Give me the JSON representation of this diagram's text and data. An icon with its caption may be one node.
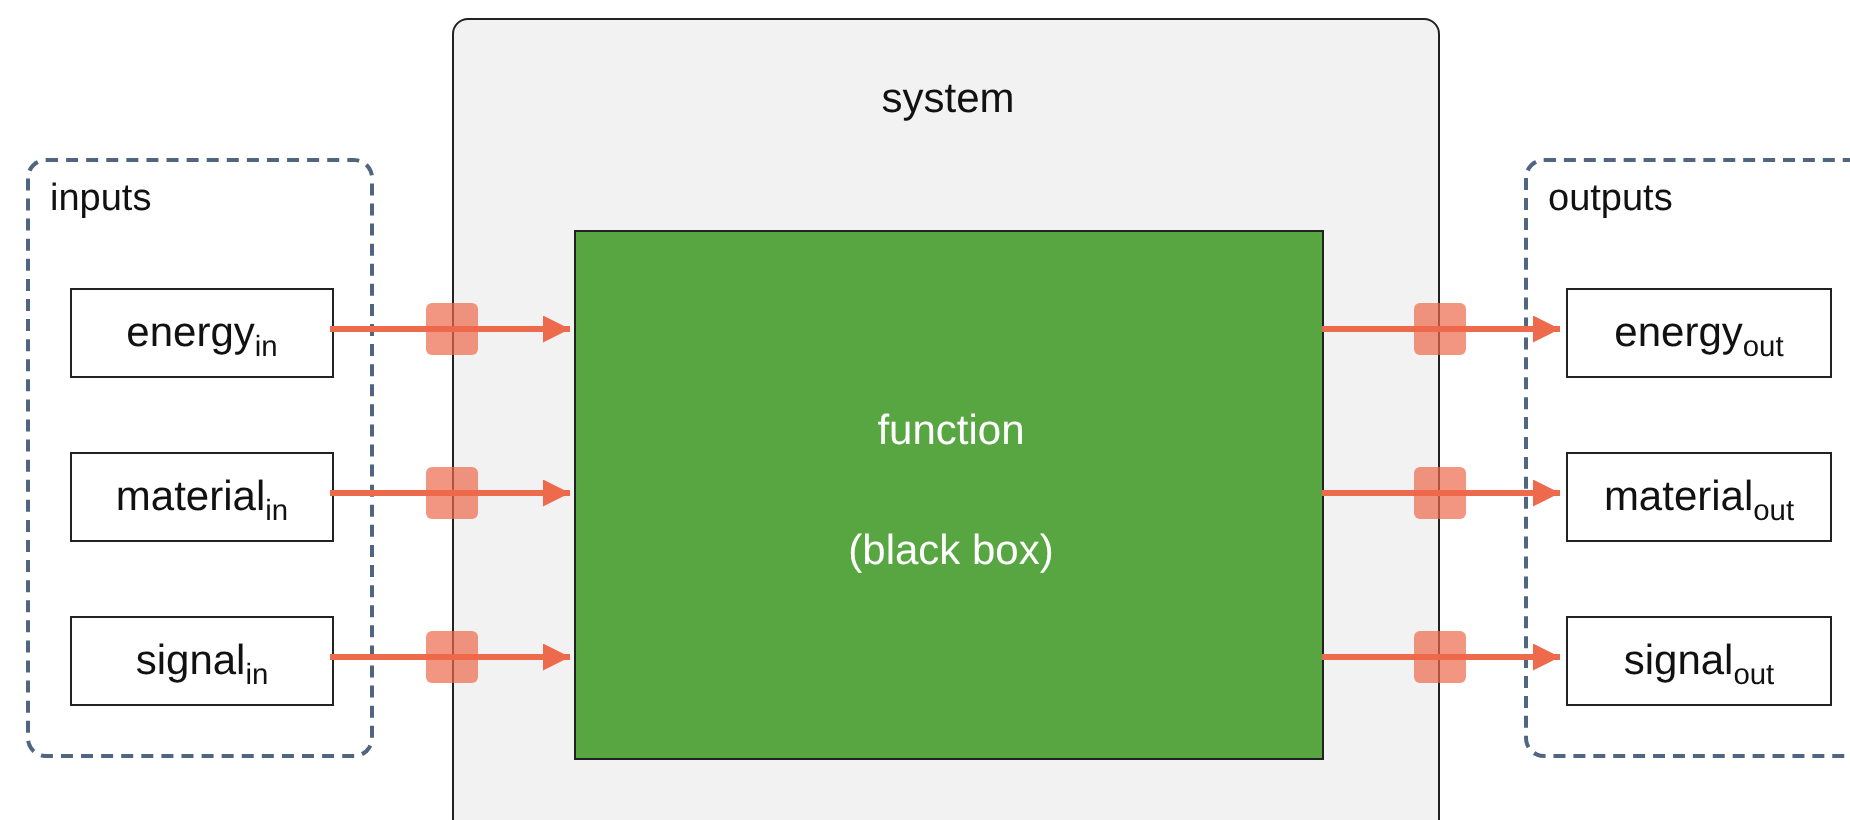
{
  "diagram": {
    "nodes": [
      {
        "text": [
          "inputs"
        ]
      },
      {
        "text": [
          "energy$_{in}$"
        ],
        "in": 0
      },
      {
        "text": [
          "material$_{in}$"
        ],
        "in": 0
      },
      {
        "text": [
          "signal$_{in}$"
        ],
        "in": 0
      },
      {
        "text": [
          "system"
        ]
      },
      {
        "text": [
          "function",
          "(black box)"
        ],
        "in": 4
      },
      {
        "text": [
          "outputs"
        ]
      },
      {
        "text": [
          "energy$_{out}$"
        ],
        "in": 6
      },
      {
        "text": [
          "material$_{out}$"
        ],
        "in": 6
      },
      {
        "text": [
          "signal$_{out}$"
        ],
        "in": 6
      }
    ],
    "edges": [
      {
        "from": 1,
        "to": 5,
        "arrow": "to"
      },
      {
        "from": 2,
        "to": 5,
        "arrow": "to"
      },
      {
        "from": 3,
        "to": 5,
        "arrow": "to"
      },
      {
        "from": 5,
        "to": 7,
        "arrow": "to"
      },
      {
        "from": 5,
        "to": 8,
        "arrow": "to"
      },
      {
        "from": 5,
        "to": 9,
        "arrow": "to"
      }
    ]
  }
}
